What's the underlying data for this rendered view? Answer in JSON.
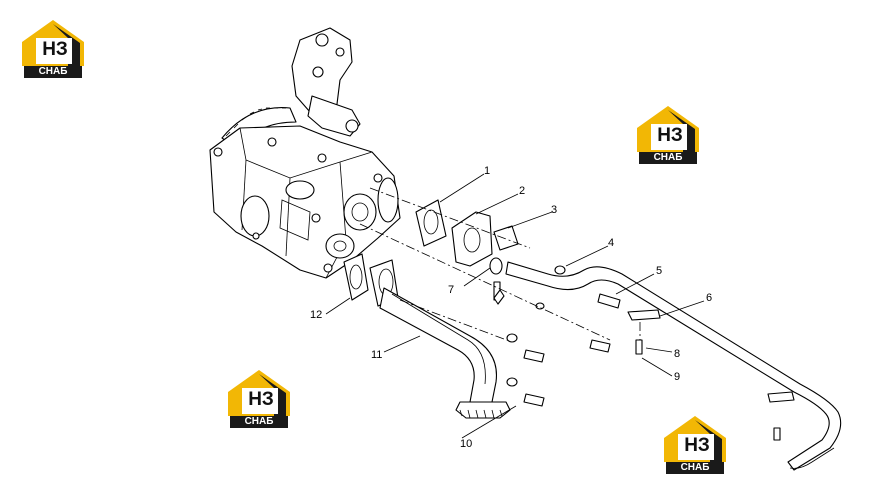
{
  "callouts": [
    {
      "id": "c1",
      "text": "1"
    },
    {
      "id": "c2",
      "text": "2"
    },
    {
      "id": "c3",
      "text": "3"
    },
    {
      "id": "c4",
      "text": "4"
    },
    {
      "id": "c5",
      "text": "5"
    },
    {
      "id": "c6",
      "text": "6"
    },
    {
      "id": "c7",
      "text": "7"
    },
    {
      "id": "c8",
      "text": "8"
    },
    {
      "id": "c9",
      "text": "9"
    },
    {
      "id": "c10",
      "text": "10"
    },
    {
      "id": "c11",
      "text": "11"
    },
    {
      "id": "c12",
      "text": "12"
    }
  ],
  "watermark": {
    "letters": "НЗ",
    "word": "СНАБ",
    "colors": {
      "house": "#f2b705",
      "dark": "#1a1a1a"
    }
  }
}
